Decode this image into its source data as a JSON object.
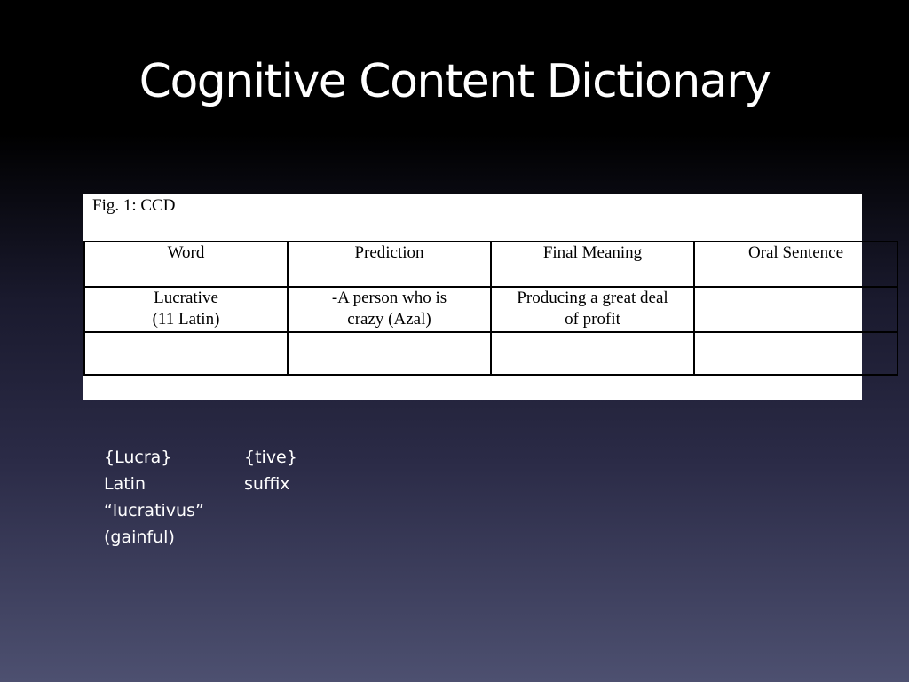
{
  "slide": {
    "title": "Cognitive Content Dictionary"
  },
  "figure": {
    "caption": "Fig. 1: CCD",
    "headers": [
      "Word",
      "Prediction",
      "Final Meaning",
      "Oral Sentence"
    ],
    "rows": [
      [
        [
          "Lucrative",
          "(11 Latin)"
        ],
        [
          "-A person who is",
          "crazy (Azal)"
        ],
        [
          "Producing a great deal",
          "of profit"
        ],
        [
          ""
        ]
      ],
      [
        [
          ""
        ],
        [
          ""
        ],
        [
          ""
        ],
        [
          ""
        ]
      ]
    ]
  },
  "notes": {
    "rows": [
      {
        "a": "{Lucra}",
        "b": "{tive}"
      },
      {
        "a": "Latin",
        "b": "suffix"
      },
      {
        "a": "“lucrativus”",
        "b": ""
      },
      {
        "a": "(gainful)",
        "b": ""
      }
    ]
  }
}
